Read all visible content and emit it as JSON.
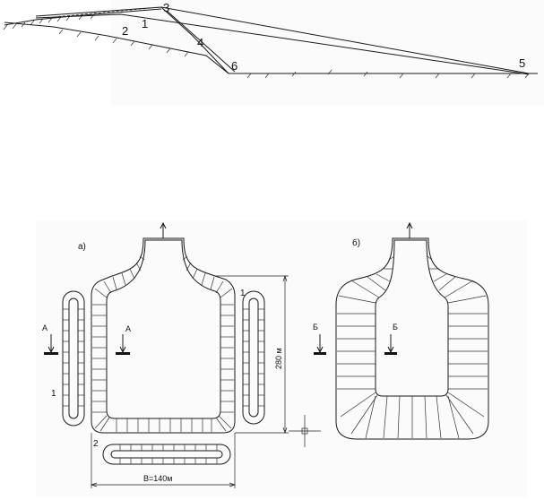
{
  "profile": {
    "labels": [
      "3",
      "2",
      "1",
      "4",
      "6",
      "5"
    ]
  },
  "plan": {
    "panel_a_label": "а)",
    "panel_b_label": "б)",
    "section_a_left": "А",
    "section_a_inner": "А",
    "section_b_left": "Б",
    "section_b_inner": "Б",
    "dump_label_right": "1",
    "dump_label_left": "1",
    "dump_label_bottom": "2",
    "dim_height": "280 м",
    "dim_width": "B=140м"
  }
}
